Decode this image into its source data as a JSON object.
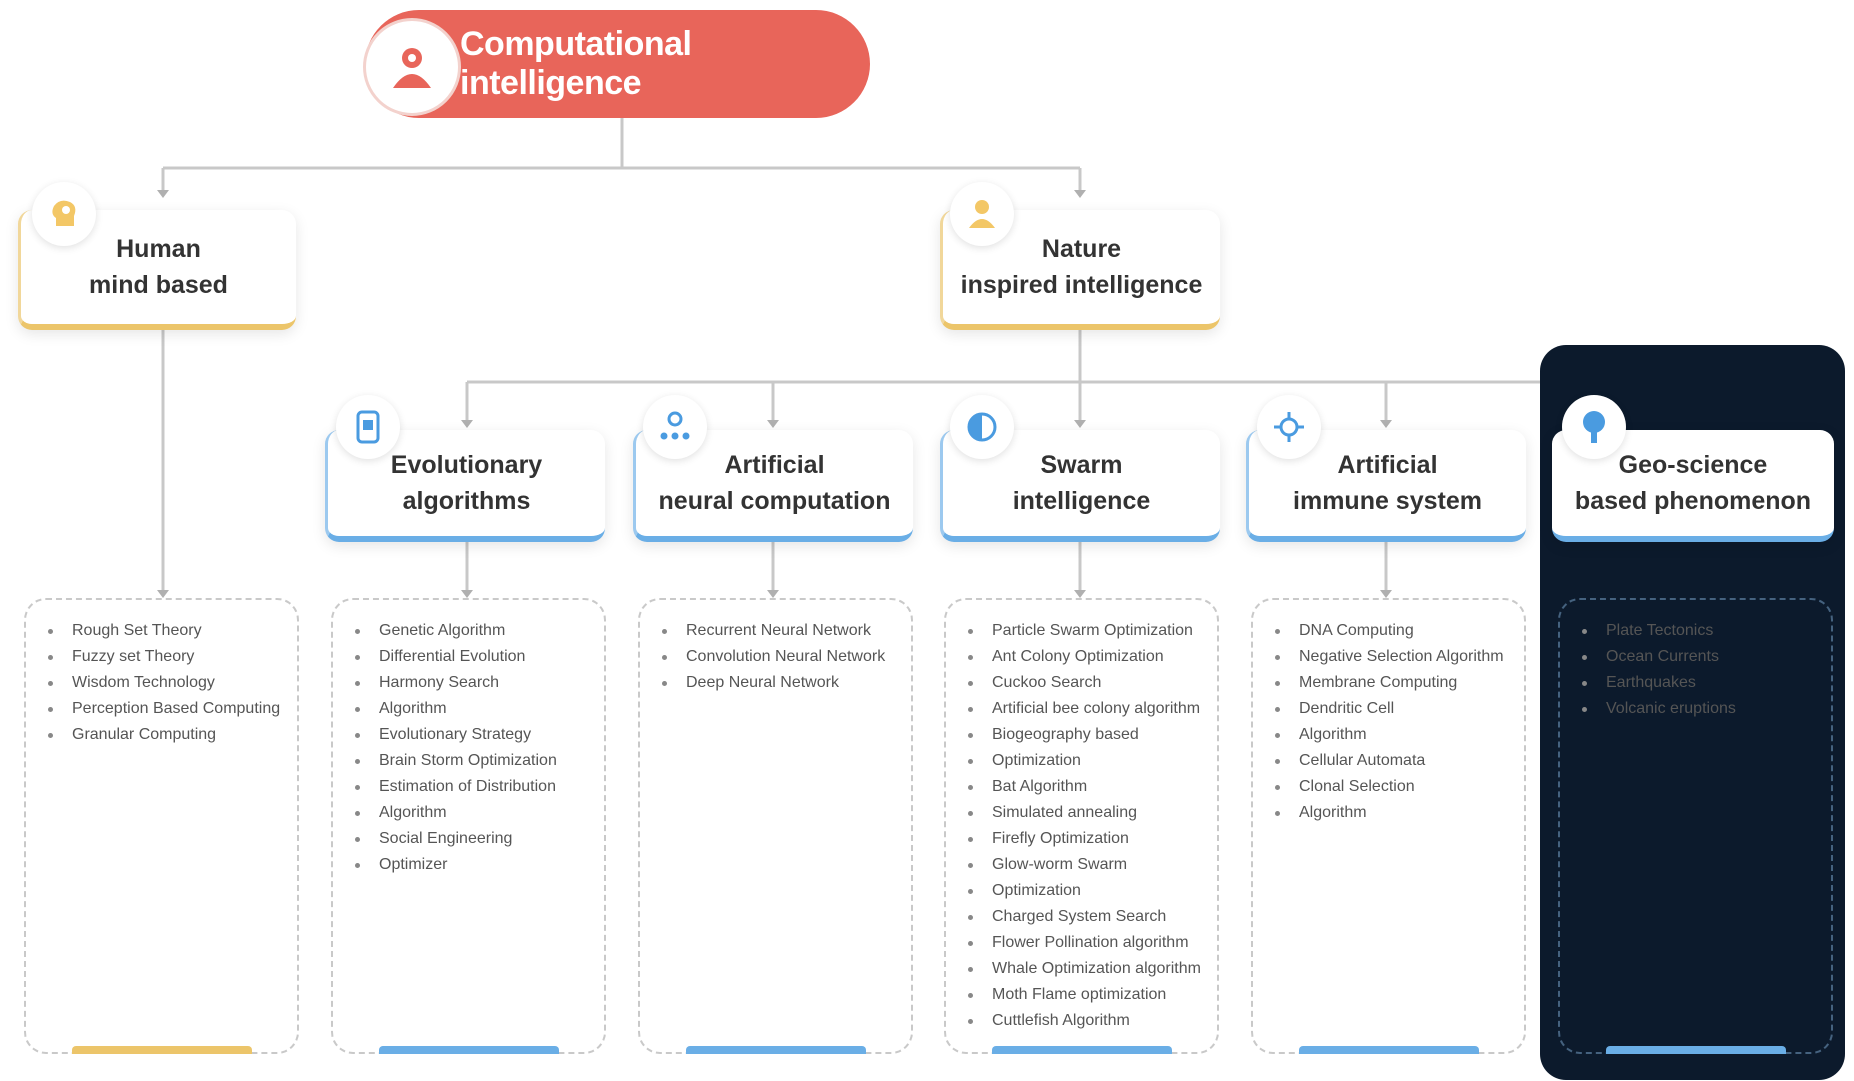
{
  "root": {
    "title": "Computational intelligence",
    "icon": "person-group-icon"
  },
  "level1": [
    {
      "id": "human",
      "label": "Human\nmind based",
      "icon": "brain-head-icon"
    },
    {
      "id": "nature",
      "label": "Nature\ninspired intelligence",
      "icon": "person-icon"
    }
  ],
  "categories": [
    {
      "id": "evo",
      "label": "Evolutionary\nalgorithms",
      "icon": "phone-grid-icon"
    },
    {
      "id": "ann",
      "label": "Artificial\nneural computation",
      "icon": "network-icon"
    },
    {
      "id": "swarm",
      "label": "Swarm\nintelligence",
      "icon": "half-circle-icon"
    },
    {
      "id": "ais",
      "label": "Artificial\nimmune system",
      "icon": "virus-icon"
    },
    {
      "id": "geo",
      "label": "Geo-science\nbased phenomenon",
      "icon": "tree-icon"
    }
  ],
  "lists": {
    "human": [
      "Rough Set Theory",
      "Fuzzy set Theory",
      "Wisdom Technology",
      "Perception Based Computing",
      "Granular Computing"
    ],
    "evo": [
      "Genetic Algorithm",
      "Differential Evolution",
      "Harmony Search",
      "Algorithm",
      "Evolutionary Strategy",
      "Brain Storm Optimization",
      "Estimation of Distribution",
      "Algorithm",
      "Social Engineering",
      "Optimizer"
    ],
    "ann": [
      "Recurrent Neural Network",
      "Convolution Neural Network",
      "Deep Neural Network"
    ],
    "swarm": [
      "Particle Swarm Optimization",
      "Ant Colony Optimization",
      "Cuckoo Search",
      "Artificial bee colony algorithm",
      "Biogeography based",
      "Optimization",
      "Bat Algorithm",
      "Simulated annealing",
      "Firefly Optimization",
      "Glow-worm Swarm",
      "Optimization",
      "Charged System Search",
      "Flower Pollination algorithm",
      "Whale Optimization algorithm",
      "Moth Flame optimization",
      "Cuttlefish Algorithm"
    ],
    "ais": [
      "DNA Computing",
      "Negative Selection Algorithm",
      "Membrane Computing",
      "Dendritic Cell",
      "Algorithm",
      "Cellular Automata",
      "Clonal Selection",
      "Algorithm"
    ],
    "geo": [
      "Plate Tectonics",
      "Ocean Currents",
      "Earthquakes",
      "Volcanic eruptions"
    ]
  },
  "colors": {
    "root": "#e8655a",
    "human_accent": "#ecc56a",
    "category_accent": "#6aaee6",
    "dark_panel": "#0c1a2c"
  }
}
